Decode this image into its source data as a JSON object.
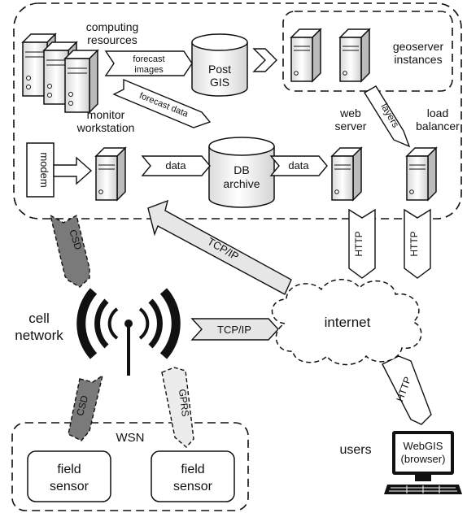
{
  "labels": {
    "computing_resources": [
      "computing",
      "resources"
    ],
    "forecast_images": [
      "forecast",
      "images"
    ],
    "post_gis": [
      "Post",
      "GIS"
    ],
    "geoserver_instances": [
      "geoserver",
      "instances"
    ],
    "forecast_data": "forecast data",
    "monitor_workstation": [
      "monitor",
      "workstation"
    ],
    "layers": "layers",
    "web_server": [
      "web",
      "server"
    ],
    "load_balancer": [
      "load",
      "balancer"
    ],
    "modem": "modem",
    "data_1": "data",
    "db_archive": [
      "DB",
      "archive"
    ],
    "data_2": "data",
    "csd_top": "CSD",
    "tcpip_diag": "TCP/IP",
    "http_1": "HTTP",
    "http_2": "HTTP",
    "cell_network": [
      "cell",
      "network"
    ],
    "tcpip_h": "TCP/IP",
    "internet": "internet",
    "http_3": "HTTP",
    "csd_bottom": "CSD",
    "gprs": "GPRS",
    "wsn": "WSN",
    "field_sensor_1": [
      "field",
      "sensor"
    ],
    "field_sensor_2": [
      "field",
      "sensor"
    ],
    "users": "users",
    "webgis": [
      "WebGIS",
      "(browser)"
    ]
  },
  "colors": {
    "stroke": "#111111",
    "fill_light": "#ffffff",
    "fill_shaded": "#7a7a7a",
    "fill_grey": "#e6e6e6",
    "text": "#111111"
  },
  "icons": [
    "server-icon",
    "database-icon",
    "antenna-icon",
    "cloud-icon",
    "monitor-icon"
  ]
}
